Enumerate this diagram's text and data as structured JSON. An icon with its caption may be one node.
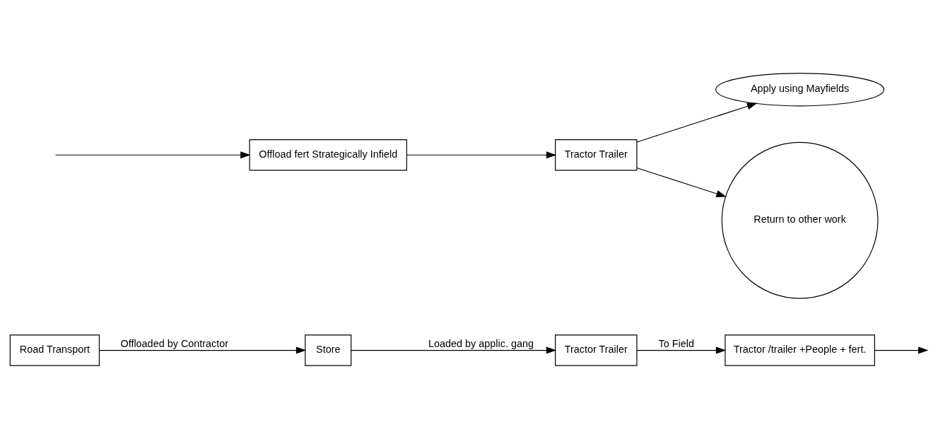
{
  "diagram": {
    "nodes": [
      {
        "text": [
          "Road Transport"
        ]
      },
      {
        "text": [
          "Store"
        ]
      },
      {
        "text": [
          "Tractor Trailer"
        ]
      },
      {
        "text": [
          "Tractor /trailer +People + fert."
        ]
      },
      {
        "text": [
          "Offload fert Strategically Infield"
        ]
      },
      {
        "text": [
          "Tractor Trailer"
        ]
      },
      {
        "text": [
          "Apply using Mayfields"
        ]
      },
      {
        "text": [
          "Return to other work"
        ]
      }
    ],
    "edges": [
      {
        "from": 0,
        "to": 1,
        "arrow": "to",
        "label": "Offloaded by Contractor"
      },
      {
        "from": 1,
        "to": 2,
        "arrow": "to",
        "label": "Loaded by applic. gang"
      },
      {
        "from": 2,
        "to": 3,
        "arrow": "to",
        "label": "To Field"
      },
      {
        "from": 3,
        "to": null,
        "arrow": "to"
      },
      {
        "from": null,
        "to": 4,
        "arrow": "to"
      },
      {
        "from": 4,
        "to": 5,
        "arrow": "to"
      },
      {
        "from": 5,
        "to": 6,
        "arrow": "to"
      },
      {
        "from": 5,
        "to": 7,
        "arrow": "to"
      }
    ]
  }
}
